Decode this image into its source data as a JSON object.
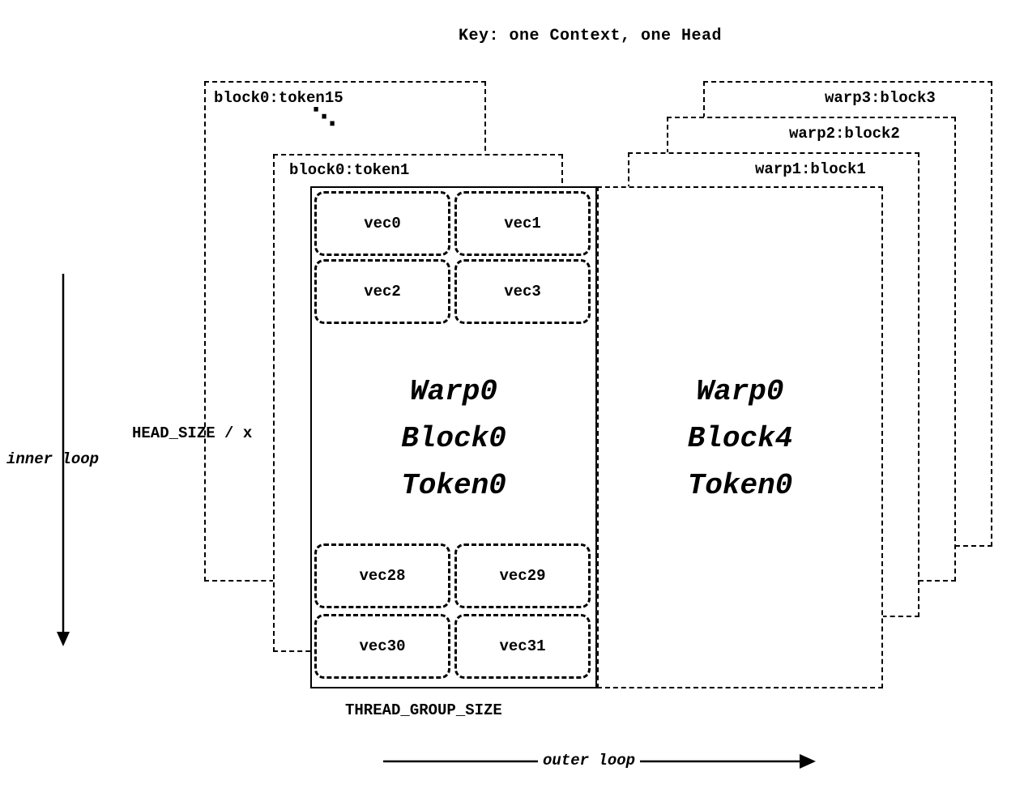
{
  "title": "Key: one Context, one Head",
  "left_context_layers": {
    "token15_label": "block0:token15",
    "ellipsis": "⋱",
    "token1_label": "block0:token1"
  },
  "right_warp_layers": {
    "warp3_label": "warp3:block3",
    "warp2_label": "warp2:block2",
    "warp1_label": "warp1:block1"
  },
  "main_block": {
    "vecs_top": [
      "vec0",
      "vec1",
      "vec2",
      "vec3"
    ],
    "vecs_bottom": [
      "vec28",
      "vec29",
      "vec30",
      "vec31"
    ],
    "caption": [
      "Warp0",
      "Block0",
      "Token0"
    ]
  },
  "right_block": {
    "caption": [
      "Warp0",
      "Block4",
      "Token0"
    ]
  },
  "annotations": {
    "head_size": "HEAD_SIZE / x",
    "inner_loop": "inner loop",
    "outer_loop": "outer loop",
    "thread_group_size": "THREAD_GROUP_SIZE"
  },
  "colors": {
    "stroke": "#000000",
    "background": "#ffffff"
  }
}
